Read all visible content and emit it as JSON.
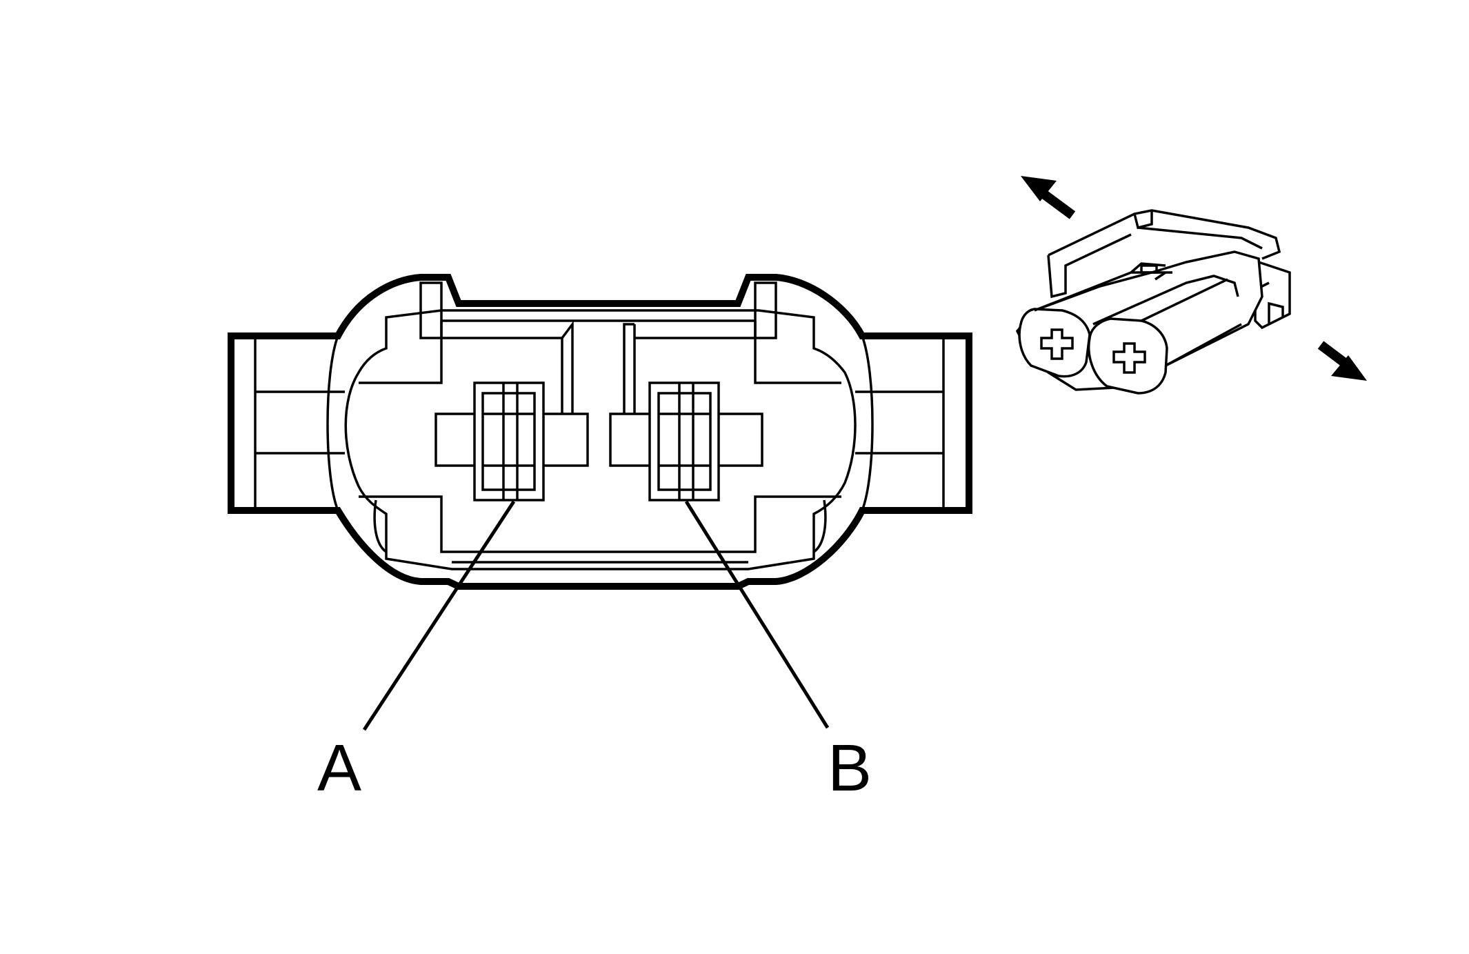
{
  "diagram": {
    "callouts": [
      {
        "id": "a",
        "label": "A"
      },
      {
        "id": "b",
        "label": "B"
      }
    ],
    "colors": {
      "line": "#000000",
      "background": "#ffffff"
    },
    "icons": [
      "connector-face-view",
      "connector-3d-view",
      "direction-arrow-icon"
    ]
  }
}
